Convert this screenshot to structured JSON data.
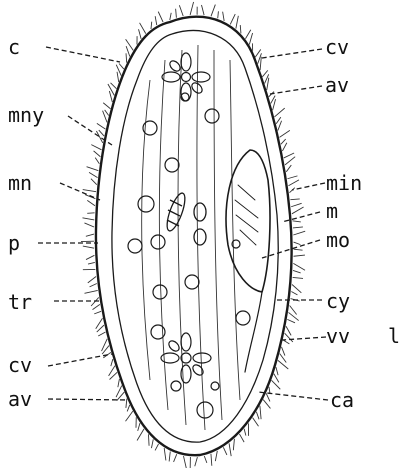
{
  "labels_left": [
    {
      "key": "c",
      "text": "c"
    },
    {
      "key": "mny",
      "text": "mny"
    },
    {
      "key": "mn",
      "text": "mn"
    },
    {
      "key": "p",
      "text": "p"
    },
    {
      "key": "tr",
      "text": "tr"
    },
    {
      "key": "cv_bottom",
      "text": "cv"
    },
    {
      "key": "av_bottom",
      "text": "av"
    }
  ],
  "labels_right": [
    {
      "key": "cv_top",
      "text": "cv"
    },
    {
      "key": "av_top",
      "text": "av"
    },
    {
      "key": "min",
      "text": "min"
    },
    {
      "key": "m",
      "text": "m"
    },
    {
      "key": "mo",
      "text": "mo"
    },
    {
      "key": "cy",
      "text": "cy"
    },
    {
      "key": "vv",
      "text": "vv"
    },
    {
      "key": "l",
      "text": "l"
    },
    {
      "key": "ca",
      "text": "ca"
    }
  ],
  "colors": {
    "ink": "#1a1a1a",
    "background": "#ffffff"
  }
}
